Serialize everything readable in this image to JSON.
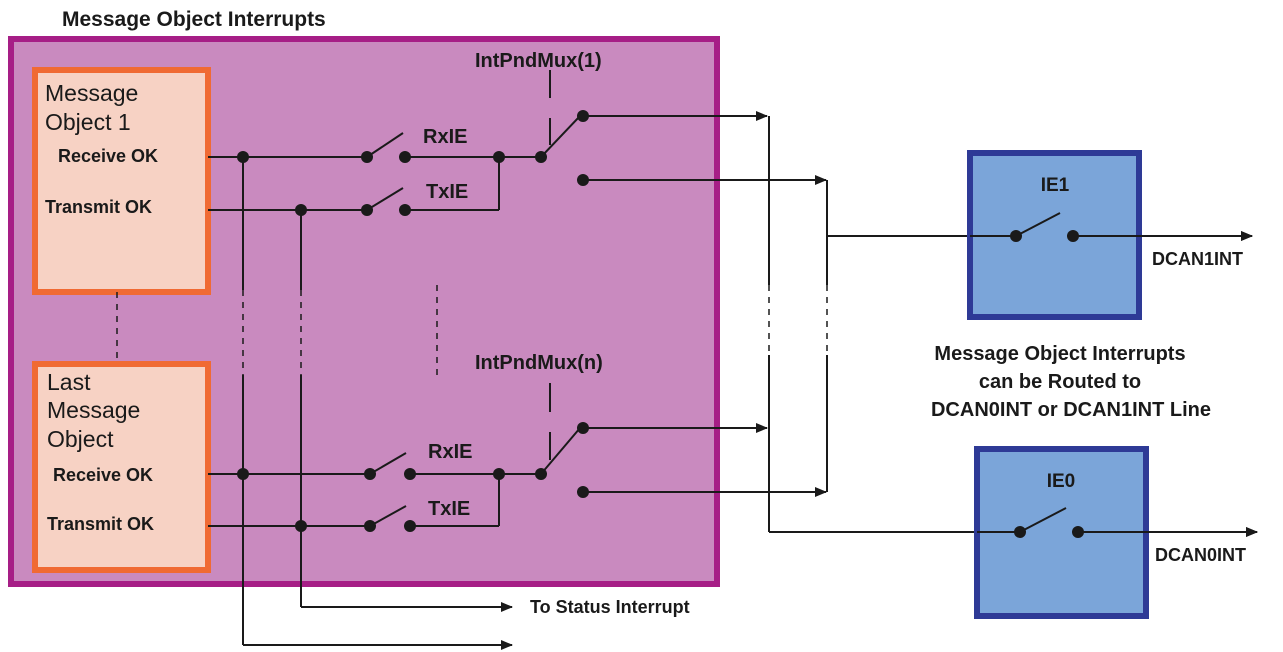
{
  "title": "Message Object Interrupts",
  "object1": {
    "name_line1": "Message",
    "name_line2": "Object 1",
    "receive": "Receive OK",
    "transmit": "Transmit OK"
  },
  "object_last": {
    "name_line1": "Last",
    "name_line2": "Message",
    "name_line3": "Object",
    "receive": "Receive OK",
    "transmit": "Transmit OK"
  },
  "switches": {
    "rxie": "RxIE",
    "txie": "TxIE"
  },
  "mux": {
    "first": "IntPndMux(1)",
    "nth": "IntPndMux(n)"
  },
  "ie1": {
    "label": "IE1",
    "output": "DCAN1INT"
  },
  "ie0": {
    "label": "IE0",
    "output": "DCAN0INT"
  },
  "routing_note": {
    "line1": "Message Object Interrupts",
    "line2": "can be Routed to",
    "line3": "DCAN0INT or DCAN1INT Line"
  },
  "status_label": "To Status Interrupt",
  "colors": {
    "outer_fill": "#C98ABF",
    "outer_border": "#A61E86",
    "object_fill": "#F7D2C4",
    "object_border": "#F06A33",
    "ie_fill": "#7BA5D9",
    "ie_border": "#2E3A96",
    "wire": "#1a1a1a"
  }
}
